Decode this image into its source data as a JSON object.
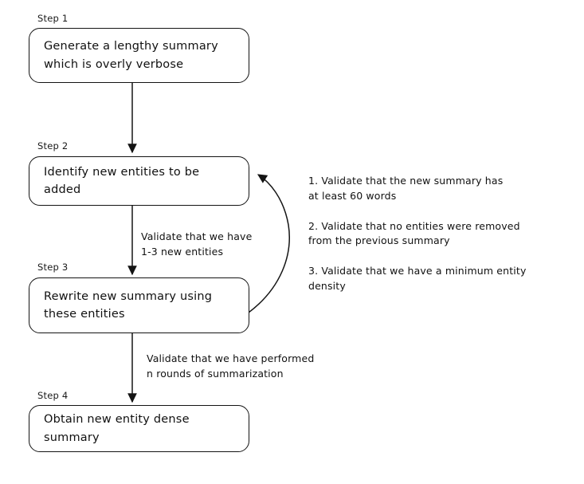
{
  "diagram": {
    "title": "Chain of Density summarization flowchart",
    "background_color": "#ffffff",
    "stroke_color": "#141414"
  },
  "nodes": [
    {
      "id": "step-1",
      "step_tag": "Step 1",
      "lines": [
        "Generate a lengthy summary",
        "which is overly verbose"
      ]
    },
    {
      "id": "step-2",
      "step_tag": "Step 2",
      "lines": [
        "Identify new entities to be",
        "added"
      ]
    },
    {
      "id": "step-3",
      "step_tag": "Step 3",
      "lines": [
        "Rewrite new summary using",
        "these entities"
      ]
    },
    {
      "id": "step-4",
      "step_tag": "Step 4",
      "lines": [
        "Obtain new entity dense",
        "summary"
      ]
    }
  ],
  "edge_labels": [
    {
      "id": "edge-2-to-3",
      "lines": [
        "Validate that we have",
        "1-3 new entities"
      ]
    },
    {
      "id": "edge-3-to-4",
      "lines": [
        "Validate that we have performed",
        "n rounds of summarization"
      ]
    }
  ],
  "side_notes": [
    {
      "id": "note-1",
      "lines": [
        "1. Validate that the new summary has",
        "at least 60 words"
      ]
    },
    {
      "id": "note-2",
      "lines": [
        "2. Validate that no entities were removed",
        "from the previous summary"
      ]
    },
    {
      "id": "note-3",
      "lines": [
        "3. Validate that we have a minimum entity",
        "density"
      ]
    }
  ]
}
